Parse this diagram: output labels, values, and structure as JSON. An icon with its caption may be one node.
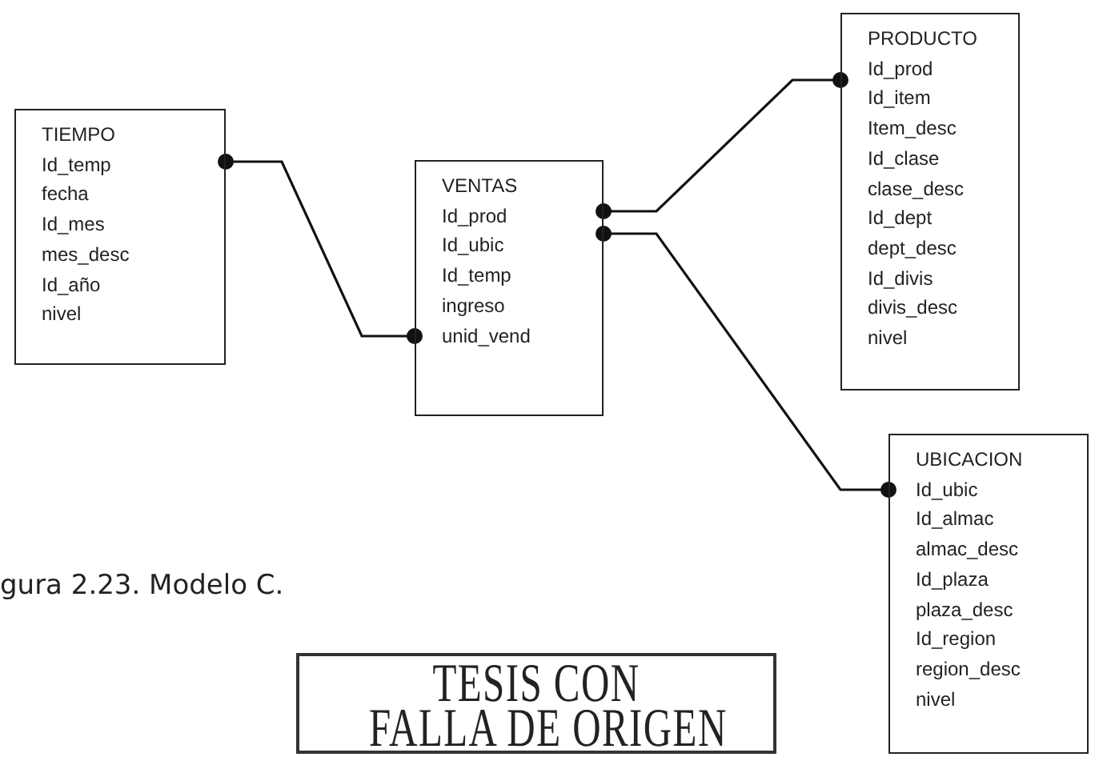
{
  "diagram": {
    "caption": "gura 2.23. Modelo C.",
    "nodes": [
      {
        "text": [
          "TIEMPO",
          "Id_temp",
          "fecha",
          "Id_mes",
          "mes_desc",
          "Id_año",
          "nivel"
        ]
      },
      {
        "text": [
          "VENTAS",
          "Id_prod",
          "Id_ubic",
          "Id_temp",
          "ingreso",
          "unid_vend"
        ]
      },
      {
        "text": [
          "PRODUCTO",
          "Id_prod",
          "Id_item",
          "Item_desc",
          "Id_clase",
          "clase_desc",
          "Id_dept",
          "dept_desc",
          "Id_divis",
          "divis_desc",
          "nivel"
        ]
      },
      {
        "text": [
          "UBICACION",
          "Id_ubic",
          "Id_almac",
          "almac_desc",
          "Id_plaza",
          "plaza_desc",
          "Id_region",
          "region_desc",
          "nivel"
        ]
      },
      {
        "text": [
          "TESIS CON",
          "FALLA DE ORIGEN"
        ]
      }
    ],
    "edges": [
      {
        "from": 0,
        "to": 1,
        "arrow": "other"
      },
      {
        "from": 1,
        "to": 2,
        "arrow": "other"
      },
      {
        "from": 1,
        "to": 3,
        "arrow": "other"
      }
    ]
  }
}
